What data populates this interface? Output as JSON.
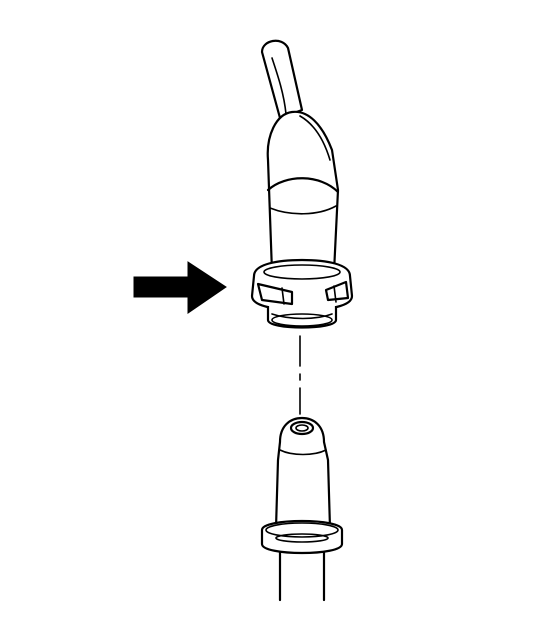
{
  "diagram": {
    "arrow_color": "#000000",
    "line_color": "#000000",
    "background": "#ffffff",
    "parts": [
      {
        "id": "hose-upper",
        "icon": "hose-icon"
      },
      {
        "id": "quick-connect-fitting",
        "icon": "connector-icon"
      },
      {
        "id": "retainer-clip",
        "icon": "clip-icon"
      },
      {
        "id": "alignment-centerline",
        "icon": "dashed-line-icon"
      },
      {
        "id": "pipe-end",
        "icon": "pipe-icon"
      },
      {
        "id": "pipe-bead-flange",
        "icon": "flange-icon"
      },
      {
        "id": "pointer-arrow",
        "icon": "arrow-right-icon"
      }
    ]
  }
}
